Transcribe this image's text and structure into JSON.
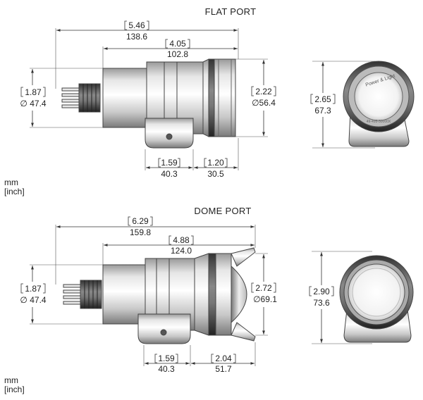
{
  "flat": {
    "title": "FLAT PORT",
    "overall_in": "5.46",
    "overall_mm": "138.6",
    "front_in": "4.05",
    "front_mm": "102.8",
    "connector_in": "1.87",
    "connector_mm": "47.4",
    "port_in": "2.22",
    "port_mm": "56.4",
    "height_in": "2.65",
    "height_mm": "67.3",
    "base_in": "1.59",
    "base_mm": "40.3",
    "nose_in": "1.20",
    "nose_mm": "30.5",
    "logo_text": "Power & Light",
    "serial_text": "49-495-30000X"
  },
  "dome": {
    "title": "DOME PORT",
    "overall_in": "6.29",
    "overall_mm": "159.8",
    "front_in": "4.88",
    "front_mm": "124.0",
    "connector_in": "1.87",
    "connector_mm": "47.4",
    "port_in": "2.72",
    "port_mm": "69.1",
    "height_in": "2.90",
    "height_mm": "73.6",
    "base_in": "1.59",
    "base_mm": "40.3",
    "nose_in": "2.04",
    "nose_mm": "51.7"
  },
  "units": {
    "mm": "mm",
    "inch": "[inch]"
  },
  "symbols": {
    "diameter": "∅"
  }
}
